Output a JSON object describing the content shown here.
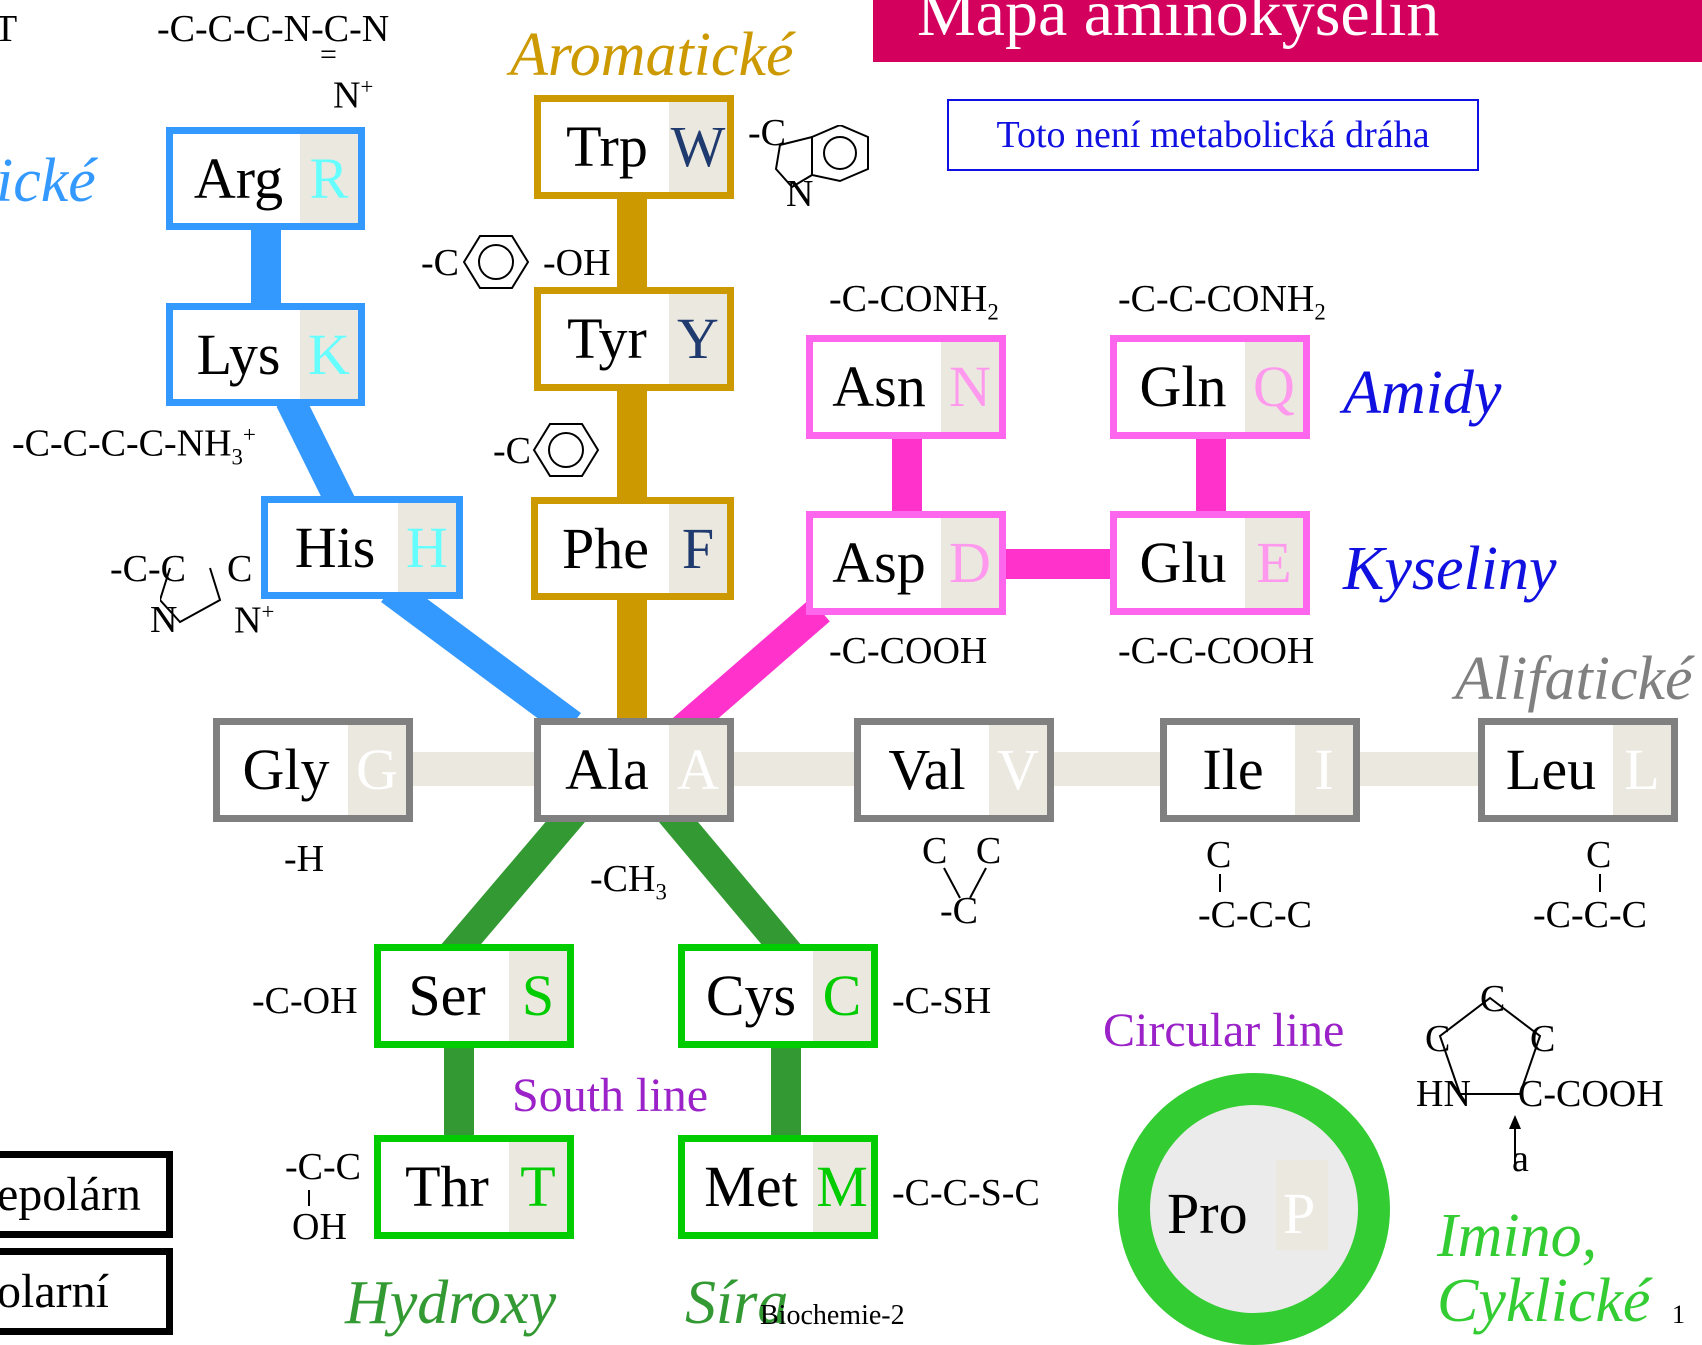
{
  "title": "Mapa aminokyselin",
  "note": "Toto není metabolická dráha",
  "groups": {
    "aromatic": "Aromatické",
    "basic_partial": "ické",
    "amides": "Amidy",
    "acids": "Kyseliny",
    "aliphatic": "Alifatické",
    "hydroxy": "Hydroxy",
    "sulfur": "Síra",
    "imino": "Imino,",
    "cyclic": "Cyklické"
  },
  "lines": {
    "south": "South line",
    "circular": "Circular line"
  },
  "colors": {
    "basic": "#3399ff",
    "aromatic": "#cc9900",
    "acid_amide": "#ff33cc",
    "aliphatic": "#808080",
    "aliphatic_link": "#ebe8df",
    "hydroxy_sulfur": "#00cc00",
    "hydroxy_sulfur_link": "#339933",
    "proline": "#33cc33",
    "title_bg": "#d4005e",
    "note": "#1010e0",
    "line_label": "#9a22c8"
  },
  "amino_acids": {
    "arg": {
      "name": "Arg",
      "letter": "R"
    },
    "lys": {
      "name": "Lys",
      "letter": "K"
    },
    "his": {
      "name": "His",
      "letter": "H"
    },
    "trp": {
      "name": "Trp",
      "letter": "W"
    },
    "tyr": {
      "name": "Tyr",
      "letter": "Y"
    },
    "phe": {
      "name": "Phe",
      "letter": "F"
    },
    "asn": {
      "name": "Asn",
      "letter": "N"
    },
    "gln": {
      "name": "Gln",
      "letter": "Q"
    },
    "asp": {
      "name": "Asp",
      "letter": "D"
    },
    "glu": {
      "name": "Glu",
      "letter": "E"
    },
    "gly": {
      "name": "Gly",
      "letter": "G"
    },
    "ala": {
      "name": "Ala",
      "letter": "A"
    },
    "val": {
      "name": "Val",
      "letter": "V"
    },
    "ile": {
      "name": "Ile",
      "letter": "I"
    },
    "leu": {
      "name": "Leu",
      "letter": "L"
    },
    "ser": {
      "name": "Ser",
      "letter": "S"
    },
    "cys": {
      "name": "Cys",
      "letter": "C"
    },
    "thr": {
      "name": "Thr",
      "letter": "T"
    },
    "met": {
      "name": "Met",
      "letter": "M"
    },
    "pro": {
      "name": "Pro",
      "letter": "P"
    }
  },
  "side_chains": {
    "corner_t": "T",
    "arg": "-C-C-C-N-C-N",
    "arg_eq": "=",
    "arg_n": "N",
    "lys_base": "-C-C-C-C-NH",
    "sub3": "3",
    "plus": "+",
    "his_pre": "-C-C",
    "his_c": "C",
    "his_n": "N",
    "his_nplus": "N",
    "trp": "-C",
    "trp_n": "N",
    "tyr_pre": "-C",
    "tyr_oh": "-OH",
    "phe": "-C",
    "asn_base": "-C-CONH",
    "gln_base": "-C-C-CONH",
    "sub2": "2",
    "asp": "-C-COOH",
    "glu": "-C-C-COOH",
    "gly": "-H",
    "ala_base": "-CH",
    "val_top": "C   C",
    "val_bottom": "-C",
    "ile_top": "C",
    "ile_bottom": "-C-C-C",
    "leu_top": "C",
    "leu_bottom": "-C-C-C",
    "ser": "-C-OH",
    "cys": "-C-SH",
    "thr_top": "-C-C",
    "thr_bottom": "OH",
    "met": "-C-C-S-C",
    "pro_c_top": "C",
    "pro_c_left": "C",
    "pro_c_right": "C",
    "pro_hn": "HN",
    "pro_cooh": "C-COOH",
    "pro_a": "a"
  },
  "legend": {
    "nonpolar": "epolárn",
    "polar": "olarní"
  },
  "footer": {
    "center": "Biochemie-2",
    "page": "1"
  }
}
